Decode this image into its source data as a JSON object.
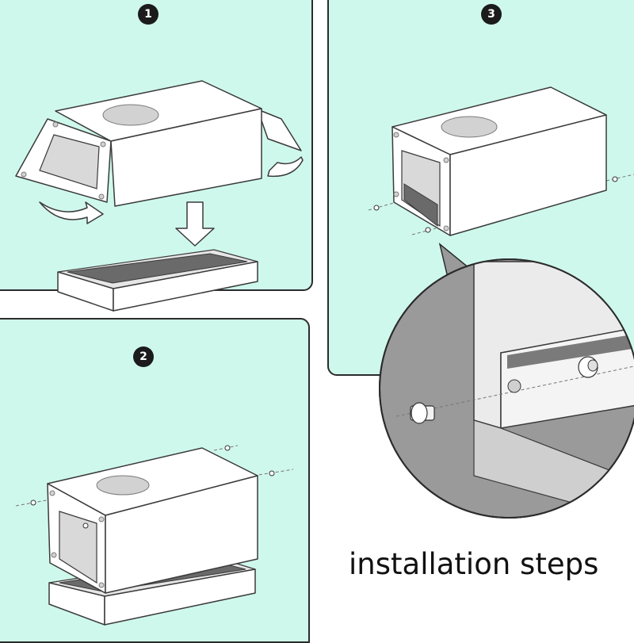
{
  "steps": [
    {
      "number": "1"
    },
    {
      "number": "2"
    },
    {
      "number": "3"
    }
  ],
  "caption": "installation steps",
  "colors": {
    "panel_background": "#cff8ec",
    "panel_border": "#2b2b2b",
    "badge": "#1b1b1b",
    "zoom_circle": "#9a9a9a"
  },
  "icons": [
    "arrow-down-icon",
    "curved-arrow-icon",
    "screw-icon"
  ]
}
